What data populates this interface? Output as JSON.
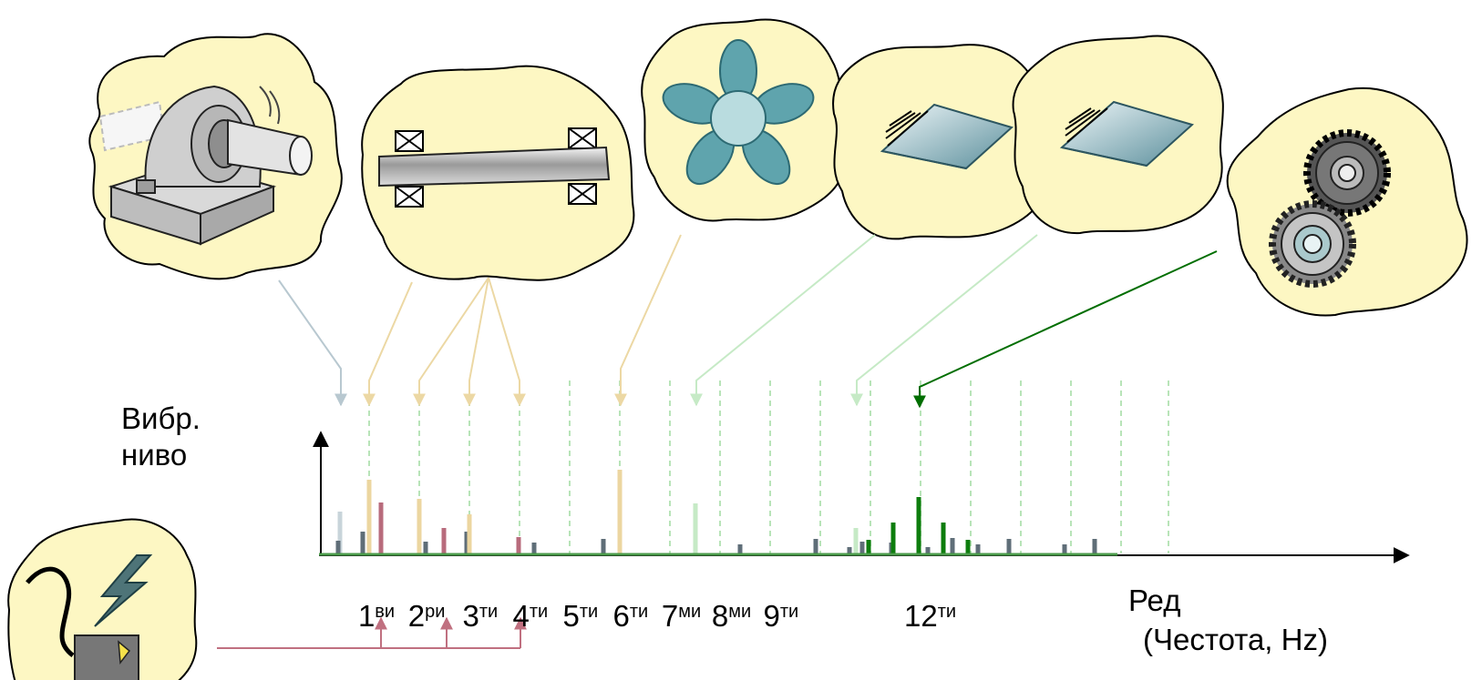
{
  "axis": {
    "ylabel_line1": "Вибр.",
    "ylabel_line2": "ниво",
    "xlabel_line1": "Ред",
    "xlabel_line2": "(Честота, Hz)"
  },
  "orders": [
    {
      "num": "1",
      "suffix": "ви"
    },
    {
      "num": "2",
      "suffix": "ри"
    },
    {
      "num": "3",
      "suffix": "ти"
    },
    {
      "num": "4",
      "suffix": "ти"
    },
    {
      "num": "5",
      "suffix": "ти"
    },
    {
      "num": "6",
      "suffix": "ти"
    },
    {
      "num": "7",
      "suffix": "ми"
    },
    {
      "num": "8",
      "suffix": "ми"
    },
    {
      "num": "9",
      "suffix": "ти"
    },
    {
      "num": "12",
      "suffix": "ти"
    }
  ],
  "components": [
    {
      "name": "bearing-housing-icon"
    },
    {
      "name": "shaft-between-bearings-icon"
    },
    {
      "name": "fan-icon"
    },
    {
      "name": "blades-icon"
    },
    {
      "name": "blades-icon-2"
    },
    {
      "name": "gear-pair-icon"
    },
    {
      "name": "electric-motor-icon"
    }
  ],
  "colors": {
    "bubble": "#fdf7c3",
    "shaft_arrow": "#f0dfae",
    "bearing_arrow": "#b8c8d0",
    "blade_arrow": "#cdeccd",
    "gear_arrow": "#006e00",
    "motor_arrow": "#c07080",
    "grid": "#b8e4b8"
  }
}
